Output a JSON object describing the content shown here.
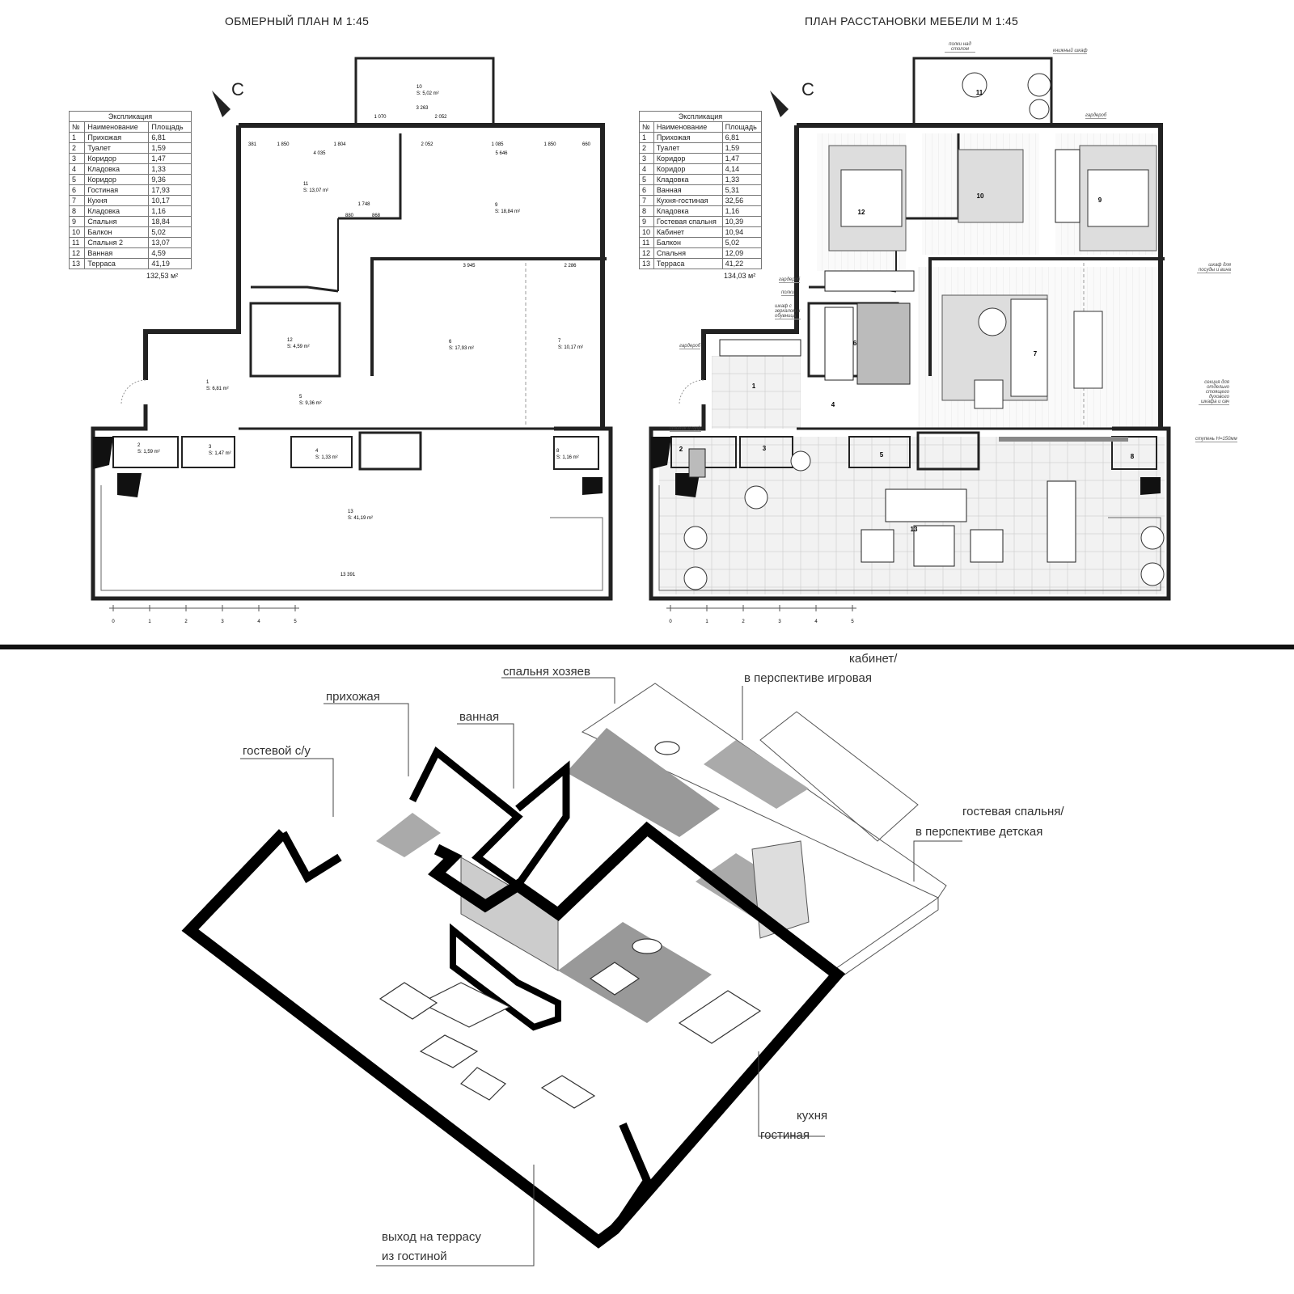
{
  "measure_plan": {
    "title": "ОБМЕРНЫЙ ПЛАН М 1:45",
    "north": "С",
    "table": {
      "caption": "Экспликация",
      "headers": [
        "№",
        "Наименование",
        "Площадь"
      ],
      "rows": [
        [
          "1",
          "Прихожая",
          "6,81"
        ],
        [
          "2",
          "Туалет",
          "1,59"
        ],
        [
          "3",
          "Коридор",
          "1,47"
        ],
        [
          "4",
          "Кладовка",
          "1,33"
        ],
        [
          "5",
          "Коридор",
          "9,36"
        ],
        [
          "6",
          "Гостиная",
          "17,93"
        ],
        [
          "7",
          "Кухня",
          "10,17"
        ],
        [
          "8",
          "Кладовка",
          "1,16"
        ],
        [
          "9",
          "Спальня",
          "18,84"
        ],
        [
          "10",
          "Балкон",
          "5,02"
        ],
        [
          "11",
          "Спальня 2",
          "13,07"
        ],
        [
          "12",
          "Ванная",
          "4,59"
        ],
        [
          "13",
          "Терраса",
          "41,19"
        ]
      ],
      "total": "132,53 м²"
    },
    "room_areas": [
      {
        "n": "1",
        "s": "S: 6,81 m²"
      },
      {
        "n": "2",
        "s": "S: 1,59 m²"
      },
      {
        "n": "3",
        "s": "S: 1,47 m²"
      },
      {
        "n": "4",
        "s": "S: 1,33 m²"
      },
      {
        "n": "5",
        "s": "S: 9,36 m²"
      },
      {
        "n": "6",
        "s": "S: 17,93 m²"
      },
      {
        "n": "7",
        "s": "S: 10,17 m²"
      },
      {
        "n": "8",
        "s": "S: 1,16 m²"
      },
      {
        "n": "9",
        "s": "S: 18,84 m²"
      },
      {
        "n": "10",
        "s": "S: 5,02 m²"
      },
      {
        "n": "11",
        "s": "S: 13,07 m²"
      },
      {
        "n": "12",
        "s": "S: 4,59 m²"
      },
      {
        "n": "13",
        "s": "S: 41,19 m²"
      }
    ],
    "dimensions": [
      "3 263",
      "1 070",
      "2 052",
      "381",
      "1 850",
      "1 804",
      "2 052",
      "1 085",
      "1 850",
      "660",
      "4 035",
      "5 646",
      "1 748",
      "880",
      "868",
      "3 945",
      "2 286",
      "13 391"
    ],
    "scale_ticks": [
      "0",
      "1",
      "2",
      "3",
      "4",
      "5"
    ]
  },
  "furniture_plan": {
    "title": "ПЛАН РАССТАНОВКИ МЕБЕЛИ М 1:45",
    "north": "С",
    "table": {
      "caption": "Экспликация",
      "headers": [
        "№",
        "Наименование",
        "Площадь"
      ],
      "rows": [
        [
          "1",
          "Прихожая",
          "6,81"
        ],
        [
          "2",
          "Туалет",
          "1,59"
        ],
        [
          "3",
          "Коридор",
          "1,47"
        ],
        [
          "4",
          "Коридор",
          "4,14"
        ],
        [
          "5",
          "Кладовка",
          "1,33"
        ],
        [
          "6",
          "Ванная",
          "5,31"
        ],
        [
          "7",
          "Кухня-гостиная",
          "32,56"
        ],
        [
          "8",
          "Кладовка",
          "1,16"
        ],
        [
          "9",
          "Гостевая спальня",
          "10,39"
        ],
        [
          "10",
          "Кабинет",
          "10,94"
        ],
        [
          "11",
          "Балкон",
          "5,02"
        ],
        [
          "12",
          "Спальня",
          "12,09"
        ],
        [
          "13",
          "Терраса",
          "41,22"
        ]
      ],
      "total": "134,03 м²"
    },
    "room_numbers": [
      "1",
      "2",
      "3",
      "4",
      "5",
      "6",
      "7",
      "8",
      "9",
      "10",
      "11",
      "12",
      "13"
    ],
    "notes": {
      "shelves_above_desk": "полки над столом",
      "bookcase": "книжный шкаф",
      "wardrobe_top": "гардероб",
      "wardrobe_hall": "гардероб",
      "shelves": "полки",
      "mirror_cabinet": "шкаф с зеркалом и обувница",
      "wardrobe_entry": "гардероб",
      "table_pouf": "столик и пуф",
      "dish_cabinet": "шкаф для посуды и вина",
      "oven_section": "секция для отдельно стоящего духового шкафа и свч",
      "step": "ступень H=150мм"
    },
    "scale_ticks": [
      "0",
      "1",
      "2",
      "3",
      "4",
      "5"
    ]
  },
  "axonometry": {
    "labels": {
      "master_bedroom": "спальня хозяев",
      "study_1": "кабинет/",
      "study_2": "в перспективе игровая",
      "hall": "прихожая",
      "bathroom": "ванная",
      "guest_wc": "гостевой с/у",
      "guest_bedroom_1": "гостевая спальня/",
      "guest_bedroom_2": "в перспективе детская",
      "kitchen": "кухня",
      "living": "гостиная",
      "terrace_exit_1": "выход на террасу",
      "terrace_exit_2": "из гостиной"
    }
  }
}
